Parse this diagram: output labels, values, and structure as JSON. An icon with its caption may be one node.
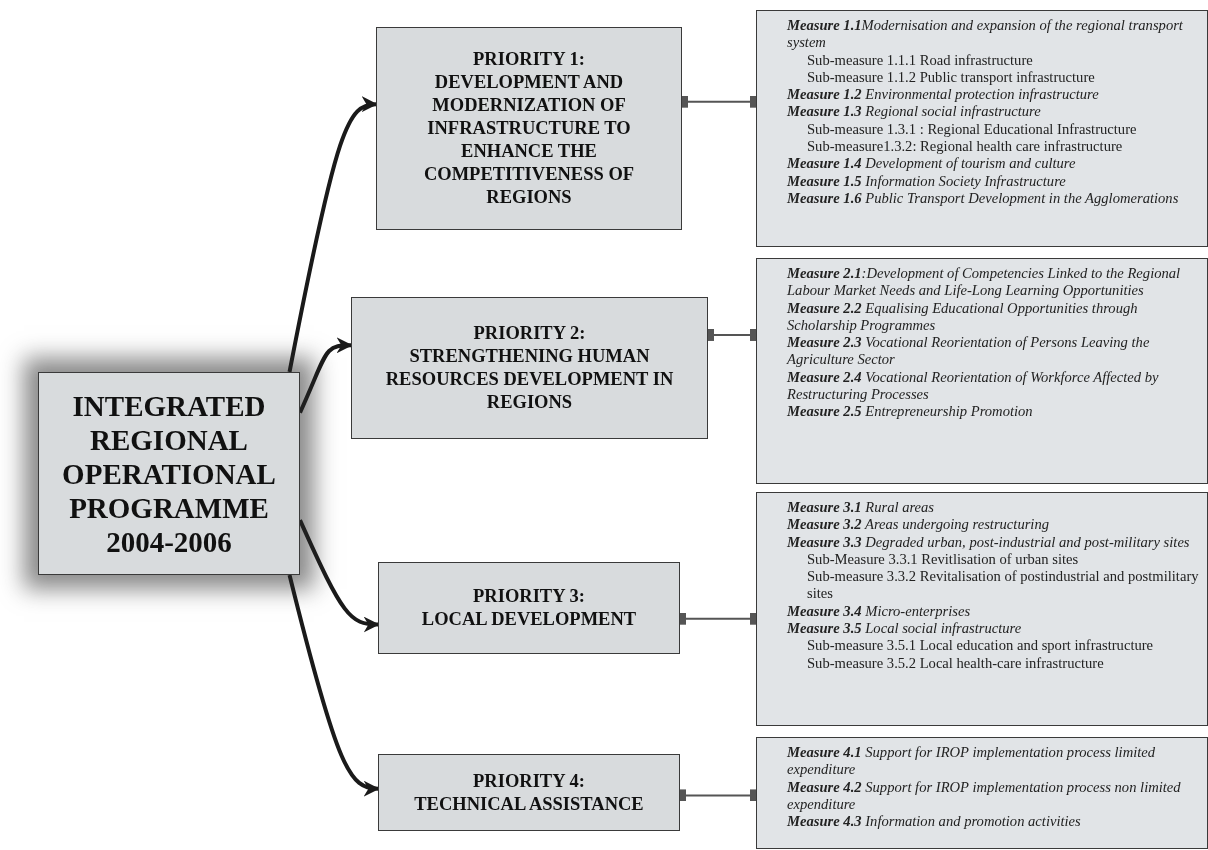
{
  "diagram": {
    "nodes": [
      {
        "text": [
          "INTEGRATED REGIONAL OPERATIONAL PROGRAMME 2004-2006"
        ]
      },
      {
        "text": [
          "PRIORITY 1:",
          "DEVELOPMENT AND MODERNIZATION OF INFRASTRUCTURE TO ENHANCE THE COMPETITIVENESS OF REGIONS"
        ]
      },
      {
        "text": [
          "**Measure 1.1**Modernisation and expansion of the regional transport system",
          "Sub-measure 1.1.1 Road infrastructure",
          "Sub-measure 1.1.2  Public transport infrastructure",
          "**Measure 1.2** Environmental protection infrastructure",
          "**Measure 1.3** Regional social infrastructure",
          "Sub-measure 1.3.1 : Regional Educational Infrastructure",
          "Sub-measure1.3.2:  Regional health care infrastructure",
          "**Measure 1.4** Development of tourism and culture",
          "**Measure 1.5** Information Society Infrastructure",
          "**Measure 1.6** Public Transport Development in the Agglomerations"
        ]
      },
      {
        "text": [
          "PRIORITY 2:",
          "STRENGTHENING HUMAN RESOURCES DEVELOPMENT IN REGIONS"
        ]
      },
      {
        "text": [
          "**Measure 2.1**:Development of Competencies Linked to the Regional Labour Market Needs and Life-Long Learning Opportunities",
          "**Measure 2.2** Equalising Educational Opportunities through Scholarship Programmes",
          "**Measure 2.3** Vocational Reorientation of Persons Leaving the Agriculture Sector",
          "**Measure 2.4** Vocational Reorientation of Workforce Affected by Restructuring Processes",
          "**Measure 2.5** Entrepreneurship Promotion"
        ]
      },
      {
        "text": [
          "PRIORITY 3:",
          "LOCAL DEVELOPMENT"
        ]
      },
      {
        "text": [
          "**Measure 3.1** Rural areas",
          "**Measure 3.2** Areas undergoing restructuring",
          "**Measure 3.3** Degraded urban, post-industrial and post-military sites",
          "Sub-Measure 3.3.1 Revitlisation of urban sites",
          "Sub-measure 3.3.2 Revitalisation of postindustrial and postmilitary sites",
          "**Measure 3.4** Micro-enterprises",
          "**Measure 3.5** Local social infrastructure",
          "Sub-measure 3.5.1  Local education and sport infrastructure",
          "Sub-measure 3.5.2  Local health-care infrastructure"
        ]
      },
      {
        "text": [
          "PRIORITY 4:",
          "TECHNICAL ASSISTANCE"
        ]
      },
      {
        "text": [
          "**Measure 4.1** Support for IROP implementation process  limited expenditure",
          "**Measure 4.2** Support for IROP implementation process non limited expenditure",
          "**Measure 4.3** Information and promotion activities"
        ]
      }
    ],
    "edges": [
      {
        "from": 0,
        "to": 1,
        "arrow": "to",
        "style": "thick"
      },
      {
        "from": 0,
        "to": 3,
        "arrow": "to",
        "style": "thick"
      },
      {
        "from": 0,
        "to": 5,
        "arrow": "to",
        "style": "thick"
      },
      {
        "from": 0,
        "to": 7,
        "arrow": "to",
        "style": "thick"
      },
      {
        "from": 1,
        "to": 2,
        "arrow": "other"
      },
      {
        "from": 3,
        "to": 4,
        "arrow": "other"
      },
      {
        "from": 5,
        "to": 6,
        "arrow": "other"
      },
      {
        "from": 7,
        "to": 8,
        "arrow": "other"
      }
    ]
  }
}
